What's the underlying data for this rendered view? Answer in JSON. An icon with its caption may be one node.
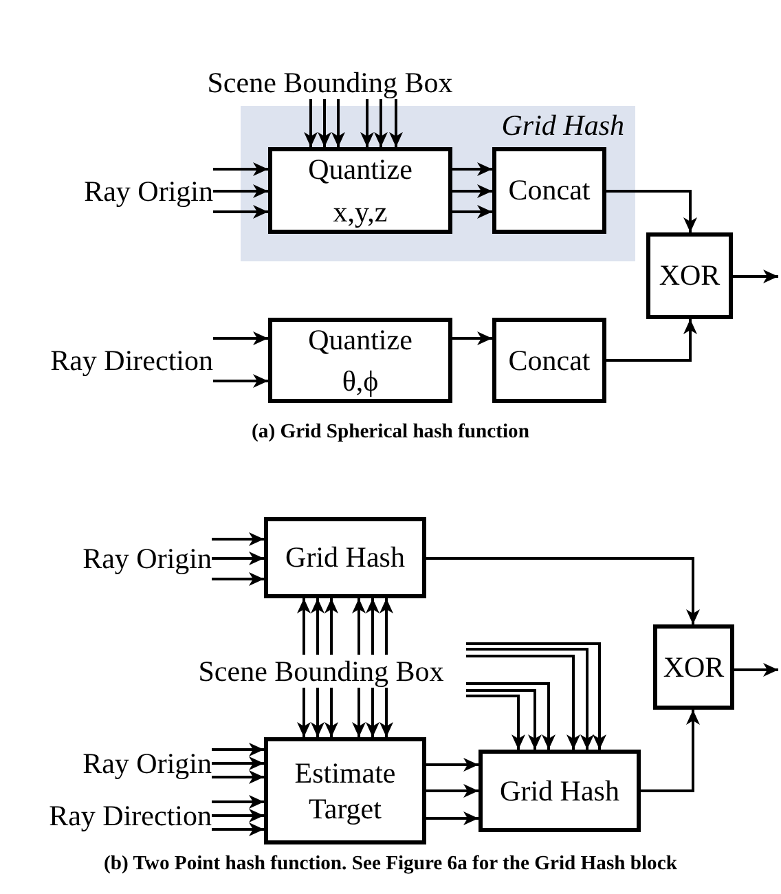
{
  "diagram": {
    "nodes": [
      {
        "text": [
          "Scene Bounding Box"
        ]
      },
      {
        "text": [
          "Grid Hash"
        ]
      },
      {
        "text": [
          "Quantize",
          "x,y,z"
        ],
        "in": 1
      },
      {
        "text": [
          "Concat"
        ],
        "in": 1
      },
      {
        "text": [
          "Ray Origin"
        ]
      },
      {
        "text": [
          "XOR"
        ]
      },
      {
        "text": [
          "Ray Direction"
        ]
      },
      {
        "text": [
          "Quantize",
          "θ,ϕ"
        ]
      },
      {
        "text": [
          "Concat"
        ]
      },
      {
        "text": [
          "Ray Origin"
        ]
      },
      {
        "text": [
          "Grid Hash"
        ]
      },
      {
        "text": [
          "Scene Bounding Box"
        ]
      },
      {
        "text": [
          "XOR"
        ]
      },
      {
        "text": [
          "Ray Origin"
        ]
      },
      {
        "text": [
          "Ray Direction"
        ]
      },
      {
        "text": [
          "Estimate Target"
        ]
      },
      {
        "text": [
          "Grid Hash"
        ]
      }
    ],
    "edges": [
      {
        "from": 0,
        "to": 2,
        "arrow": "to"
      },
      {
        "from": 0,
        "to": 2,
        "arrow": "to"
      },
      {
        "from": 0,
        "to": 2,
        "arrow": "to"
      },
      {
        "from": 0,
        "to": 2,
        "arrow": "to"
      },
      {
        "from": 0,
        "to": 2,
        "arrow": "to"
      },
      {
        "from": 0,
        "to": 2,
        "arrow": "to"
      },
      {
        "from": 4,
        "to": 2,
        "arrow": "to"
      },
      {
        "from": 4,
        "to": 2,
        "arrow": "to"
      },
      {
        "from": 4,
        "to": 2,
        "arrow": "to"
      },
      {
        "from": 2,
        "to": 3,
        "arrow": "to"
      },
      {
        "from": 2,
        "to": 3,
        "arrow": "to"
      },
      {
        "from": 2,
        "to": 3,
        "arrow": "to"
      },
      {
        "from": 3,
        "to": 5,
        "arrow": "to"
      },
      {
        "from": 5,
        "to": null,
        "arrow": "to"
      },
      {
        "from": 6,
        "to": 7,
        "arrow": "to"
      },
      {
        "from": 6,
        "to": 7,
        "arrow": "to"
      },
      {
        "from": 7,
        "to": 8,
        "arrow": "to"
      },
      {
        "from": 8,
        "to": 5,
        "arrow": "to"
      },
      {
        "from": 9,
        "to": 10,
        "arrow": "to"
      },
      {
        "from": 9,
        "to": 10,
        "arrow": "to"
      },
      {
        "from": 9,
        "to": 10,
        "arrow": "to"
      },
      {
        "from": 11,
        "to": 10,
        "arrow": "to"
      },
      {
        "from": 11,
        "to": 10,
        "arrow": "to"
      },
      {
        "from": 11,
        "to": 10,
        "arrow": "to"
      },
      {
        "from": 11,
        "to": 10,
        "arrow": "to"
      },
      {
        "from": 11,
        "to": 10,
        "arrow": "to"
      },
      {
        "from": 11,
        "to": 10,
        "arrow": "to"
      },
      {
        "from": 10,
        "to": 12,
        "arrow": "to"
      },
      {
        "from": 12,
        "to": null,
        "arrow": "to"
      },
      {
        "from": 11,
        "to": 15,
        "arrow": "to"
      },
      {
        "from": 11,
        "to": 15,
        "arrow": "to"
      },
      {
        "from": 11,
        "to": 15,
        "arrow": "to"
      },
      {
        "from": 11,
        "to": 15,
        "arrow": "to"
      },
      {
        "from": 11,
        "to": 15,
        "arrow": "to"
      },
      {
        "from": 11,
        "to": 15,
        "arrow": "to"
      },
      {
        "from": 13,
        "to": 15,
        "arrow": "to"
      },
      {
        "from": 13,
        "to": 15,
        "arrow": "to"
      },
      {
        "from": 13,
        "to": 15,
        "arrow": "to"
      },
      {
        "from": 14,
        "to": 15,
        "arrow": "to"
      },
      {
        "from": 14,
        "to": 15,
        "arrow": "to"
      },
      {
        "from": 14,
        "to": 15,
        "arrow": "to"
      },
      {
        "from": 15,
        "to": 16,
        "arrow": "to"
      },
      {
        "from": 15,
        "to": 16,
        "arrow": "to"
      },
      {
        "from": 15,
        "to": 16,
        "arrow": "to"
      },
      {
        "from": 11,
        "to": 16,
        "arrow": "to"
      },
      {
        "from": 11,
        "to": 16,
        "arrow": "to"
      },
      {
        "from": 11,
        "to": 16,
        "arrow": "to"
      },
      {
        "from": 11,
        "to": 16,
        "arrow": "to"
      },
      {
        "from": 11,
        "to": 16,
        "arrow": "to"
      },
      {
        "from": 11,
        "to": 16,
        "arrow": "to"
      },
      {
        "from": 16,
        "to": 12,
        "arrow": "to"
      }
    ],
    "labels": [
      "(a) Grid Spherical hash function",
      "(b) Two Point hash function. See Figure 6a for the Grid Hash block"
    ]
  }
}
